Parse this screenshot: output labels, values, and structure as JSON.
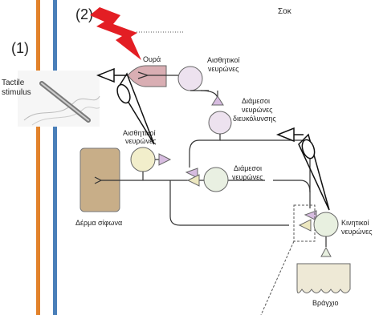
{
  "title": "Σοκ",
  "markers": {
    "one": "(1)",
    "two": "(2)"
  },
  "stimulus": {
    "line1": "Tactile",
    "line2": "stimulus"
  },
  "labels": {
    "tail": "Ουρά",
    "sensory_top_1": "Αισθητικοί",
    "sensory_top_2": "νευρώνες",
    "sensory_left_1": "Αισθητικοί",
    "sensory_left_2": "νευρώνες",
    "facilitating_1": "Διάμεσοι",
    "facilitating_2": "νευρώνες",
    "facilitating_3": "διευκόλυνσης",
    "interneurons_1": "Διάμεσοι",
    "interneurons_2": "νευρώνες",
    "motor_1": "Κινητικοί",
    "motor_2": "νευρώνες",
    "siphon_skin": "Δέρμα σίφωνα",
    "gill": "Βράγχιο"
  },
  "colors": {
    "orange_bar": "#e2822b",
    "blue_bar": "#4a7fb9",
    "shock_red": "#e31e24",
    "tail_fill": "#d9aeb3",
    "siphon_fill": "#c8ae88",
    "neuron_fill": "#ede2ef",
    "sensory_left_fill": "#f2eecb",
    "interneuron_fill": "#e9f0e2",
    "motor_fill": "#e8f0e0",
    "synapse_purple": "#d7bce0",
    "synapse_yellow": "#ece7bf",
    "gill_fill": "#eee9d6"
  },
  "icons": [
    "lightning-bolt-icon",
    "probe-icon",
    "electrode-icon"
  ]
}
